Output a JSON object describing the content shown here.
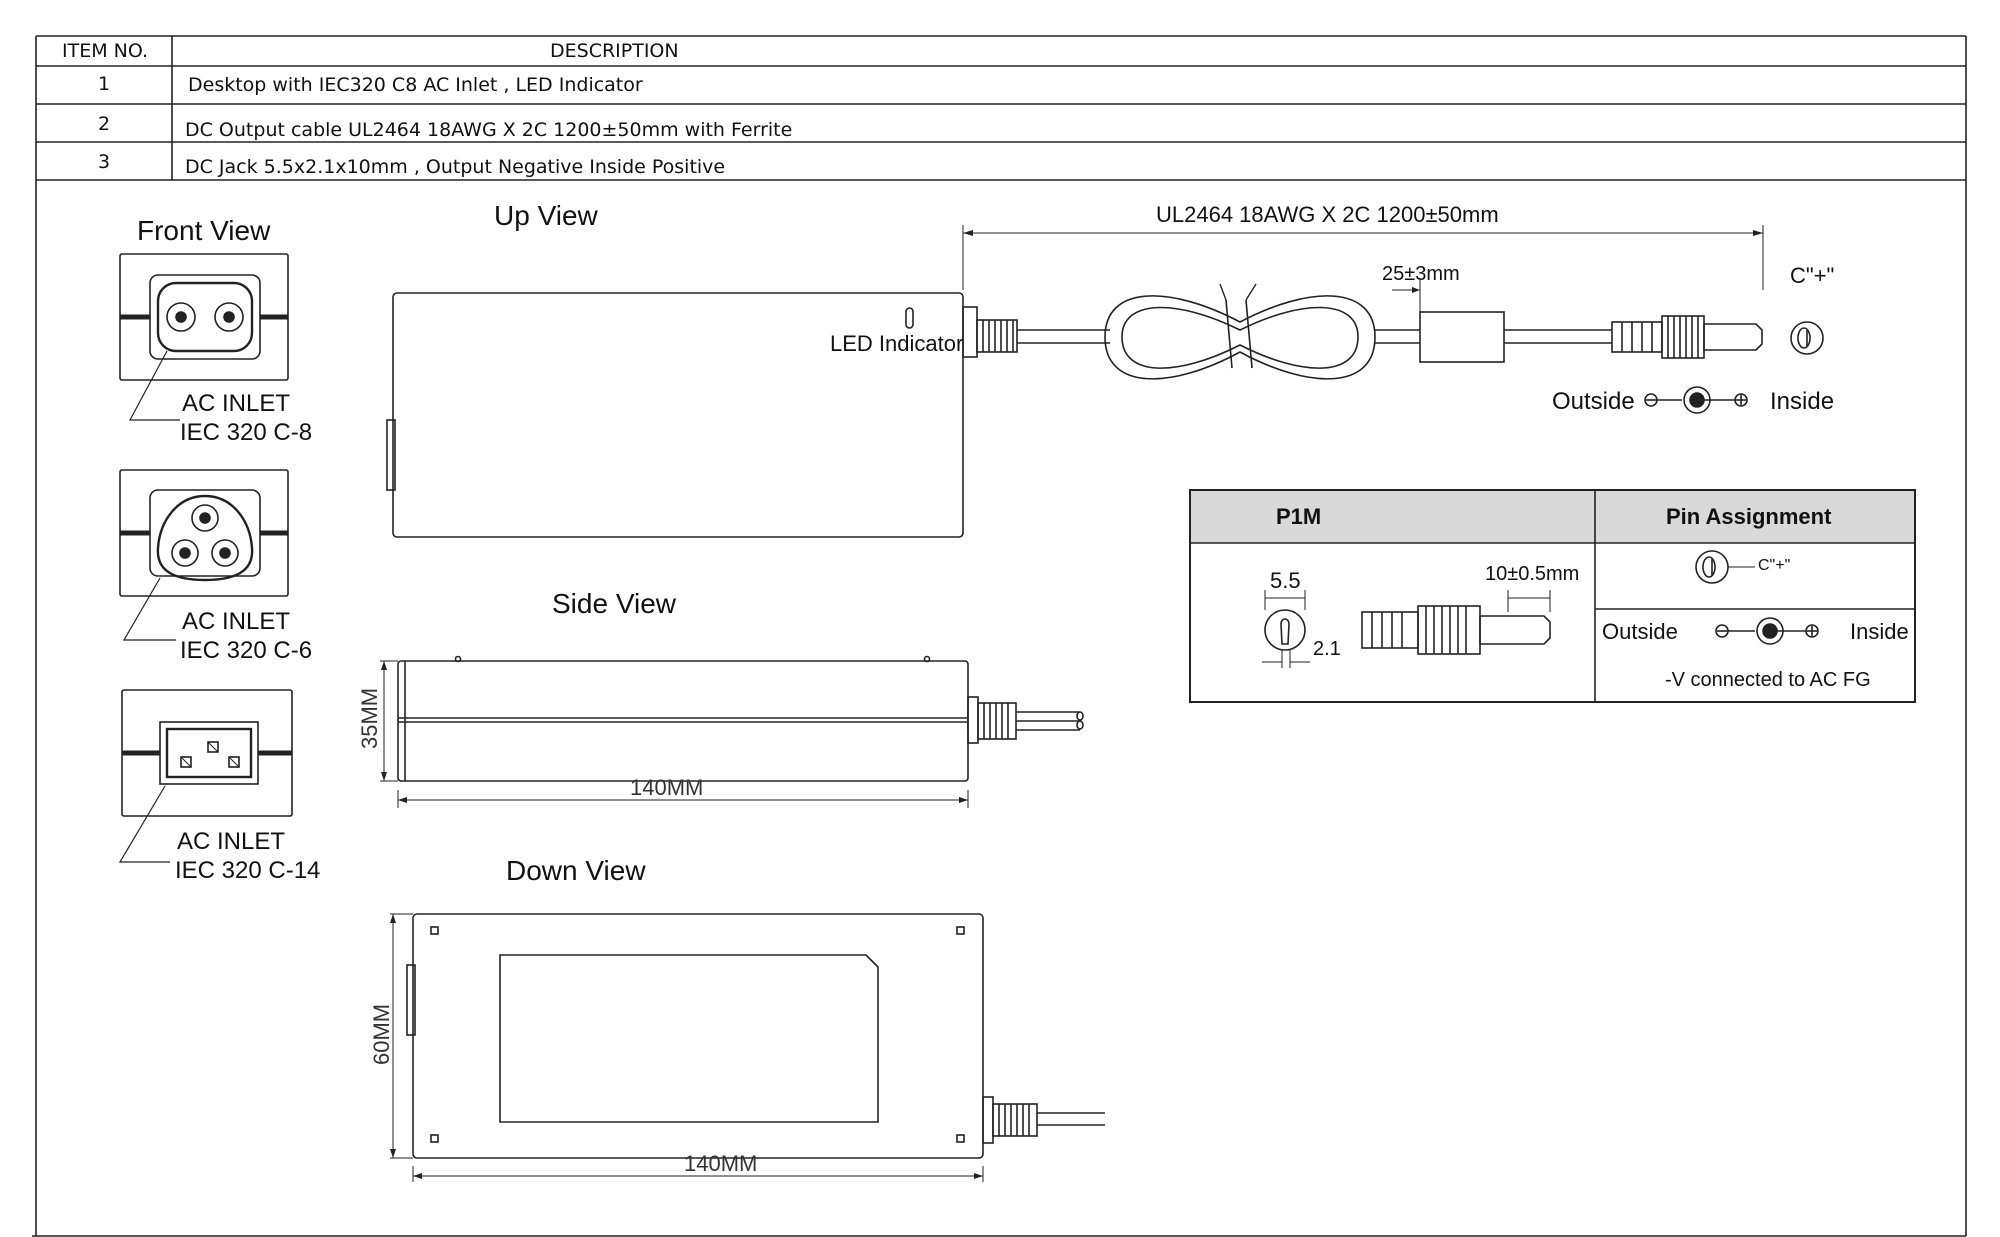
{
  "table": {
    "headers": {
      "item": "ITEM NO.",
      "description": "DESCRIPTION"
    },
    "rows": [
      {
        "item": "1",
        "description": "Desktop with IEC320 C8 AC Inlet , LED Indicator"
      },
      {
        "item": "2",
        "description": "DC Output cable  UL2464 18AWG X 2C 1200±50mm with Ferrite"
      },
      {
        "item": "3",
        "description": "DC Jack 5.5x2.1x10mm  , Output Negative Inside Positive"
      }
    ]
  },
  "front_view": {
    "title": "Front View",
    "inlets": [
      {
        "line1": "AC INLET",
        "line2": "IEC 320 C-8"
      },
      {
        "line1": "AC INLET",
        "line2": "IEC 320 C-6"
      },
      {
        "line1": "AC INLET",
        "line2": "IEC 320 C-14"
      }
    ]
  },
  "up_view": {
    "title": "Up View",
    "led_label": "LED Indicator",
    "cable_label": "UL2464 18AWG X 2C 1200±50mm",
    "ferrite_label": "25±3mm",
    "polarity": {
      "plus_label": "C\"+\"",
      "outside": "Outside",
      "inside": "Inside"
    }
  },
  "side_view": {
    "title": "Side View",
    "height": "35MM",
    "length": "140MM"
  },
  "down_view": {
    "title": "Down View",
    "height": "60MM",
    "length": "140MM"
  },
  "pin_table": {
    "col1_header": "P1M",
    "col2_header": "Pin Assignment",
    "dim_outer": "5.5",
    "dim_inner": "2.1",
    "dim_length": "10±0.5mm",
    "plus_label": "C\"+\"",
    "outside": "Outside",
    "inside": "Inside",
    "note": "-V connected to AC FG"
  },
  "colors": {
    "line": "#222222",
    "header_fill": "#d9d9d9",
    "stroke_light": "#555555"
  }
}
